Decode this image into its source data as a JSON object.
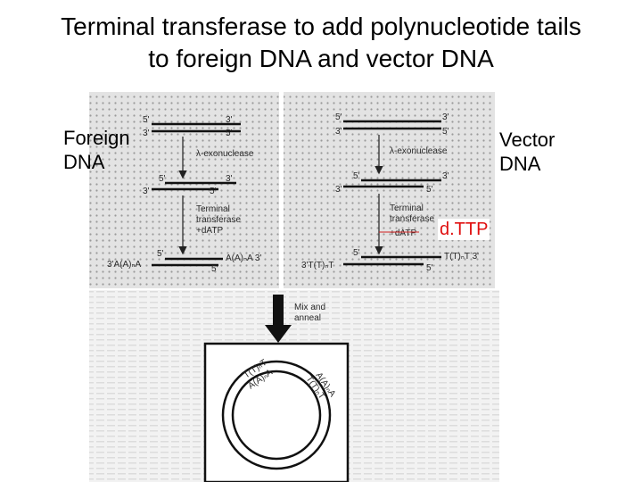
{
  "title_line1": "Terminal transferase to add polynucleotide tails",
  "title_line2": "to foreign DNA and vector DNA",
  "foreign_label_line1": "Foreign",
  "foreign_label_line2": "DNA",
  "vector_label_line1": "Vector",
  "vector_label_line2": "DNA",
  "dttp_label": "d.TTP",
  "figure": {
    "five_prime": "5'",
    "three_prime": "3'",
    "exonuclease": "λ-exonuclease",
    "terminal": "Terminal",
    "transferase": "transferase",
    "datp": "+dATP",
    "foreign_tail_top": "A(A)ₙA 3'",
    "foreign_tail_bottom": "3'A(A)ₙA",
    "vector_tail_top": "T(T)ₙT 3'",
    "vector_tail_bottom": "3'T(T)ₙT",
    "mix": "Mix and",
    "anneal": "anneal",
    "circle_tt": "T(T)ₙT",
    "circle_aa": "A(A)ₙA"
  }
}
